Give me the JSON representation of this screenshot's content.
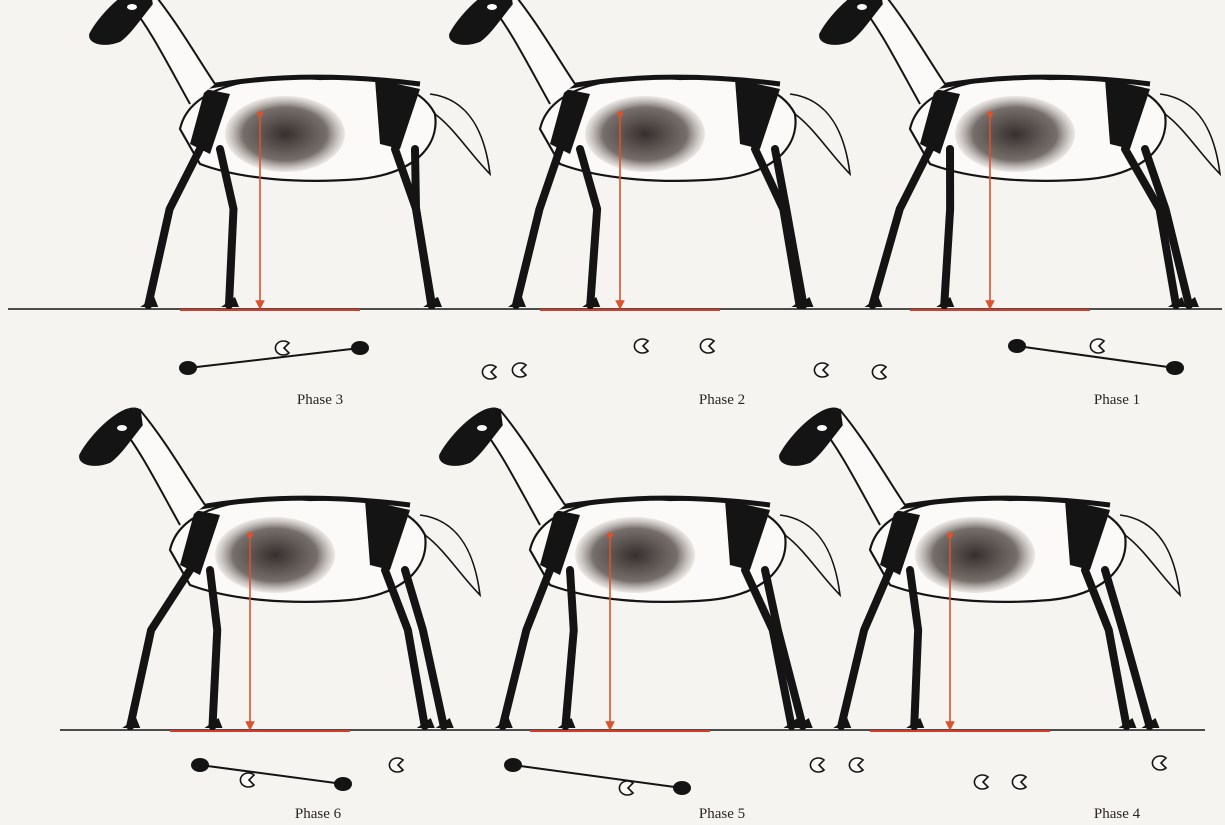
{
  "figure": {
    "phases": [
      {
        "label": "Phase 3"
      },
      {
        "label": "Phase 2"
      },
      {
        "label": "Phase 1"
      },
      {
        "label": "Phase 6"
      },
      {
        "label": "Phase 5"
      },
      {
        "label": "Phase 4"
      }
    ]
  },
  "colors": {
    "paper": "#f6f4f1",
    "ink": "#141414",
    "belly_shading": "#3a3432",
    "gravity_line": "#d9542c",
    "ground_contact": "#d63b2a"
  }
}
